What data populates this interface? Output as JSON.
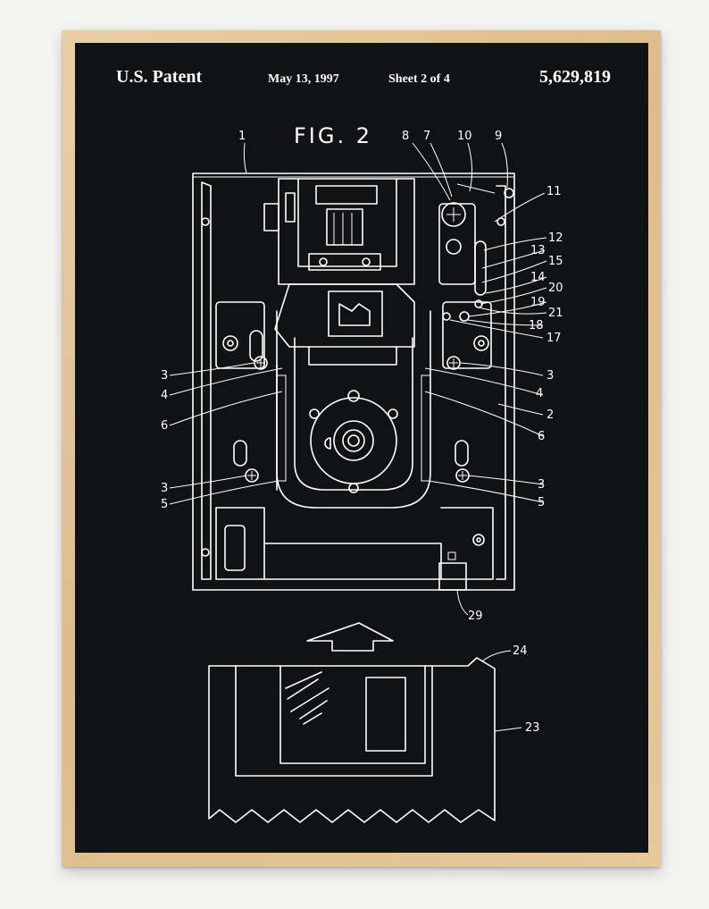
{
  "header": {
    "left": "U.S. Patent",
    "date": "May 13, 1997",
    "sheet": "Sheet 2 of 4",
    "number": "5,629,819"
  },
  "figure": {
    "title": "FIG. 2"
  },
  "labels": {
    "l1": "1",
    "l2": "2",
    "l3a": "3",
    "l3b": "3",
    "l3c": "3",
    "l3d": "3",
    "l4a": "4",
    "l4b": "4",
    "l5a": "5",
    "l5b": "5",
    "l6a": "6",
    "l6b": "6",
    "l7": "7",
    "l8": "8",
    "l9": "9",
    "l10": "10",
    "l11": "11",
    "l12": "12",
    "l13": "13",
    "l14": "14",
    "l15": "15",
    "l17": "17",
    "l18": "18",
    "l19": "19",
    "l20": "20",
    "l21": "21",
    "l23": "23",
    "l24": "24",
    "l29": "29"
  },
  "colors": {
    "wall": "#f3f3f1",
    "frame": "#ddbb8c",
    "poster": "#111214",
    "ink": "#ffffff"
  }
}
